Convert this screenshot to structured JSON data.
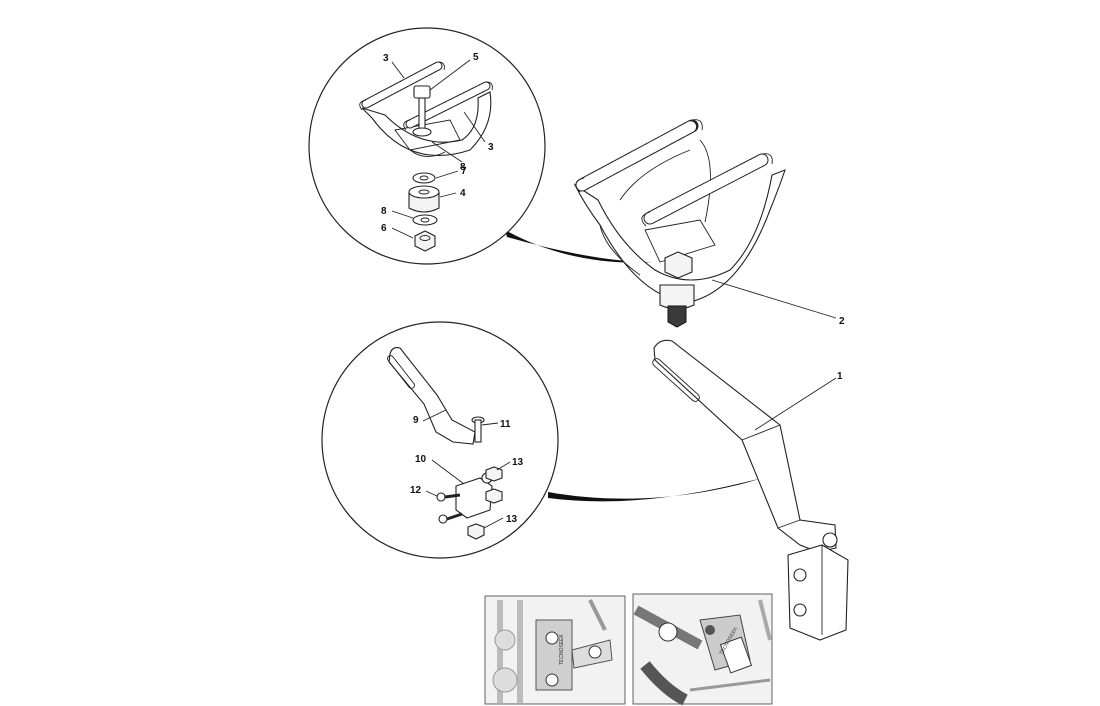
{
  "callouts": {
    "c1": "1",
    "c2": "2",
    "c3a": "3",
    "c3b": "3",
    "c4": "4",
    "c5": "5",
    "c6": "6",
    "c7": "7",
    "c8a": "8",
    "c8b": "8",
    "c9": "9",
    "c10": "10",
    "c11": "11",
    "c12": "12",
    "c13a": "13",
    "c13b": "13"
  },
  "photo_labels": {
    "badge_left": "TECNOSEEK",
    "badge_right": "TECNOSEEK"
  },
  "colors": {
    "line": "#222222",
    "fill": "#f4f4f4",
    "photo": "#e9e9e9"
  }
}
